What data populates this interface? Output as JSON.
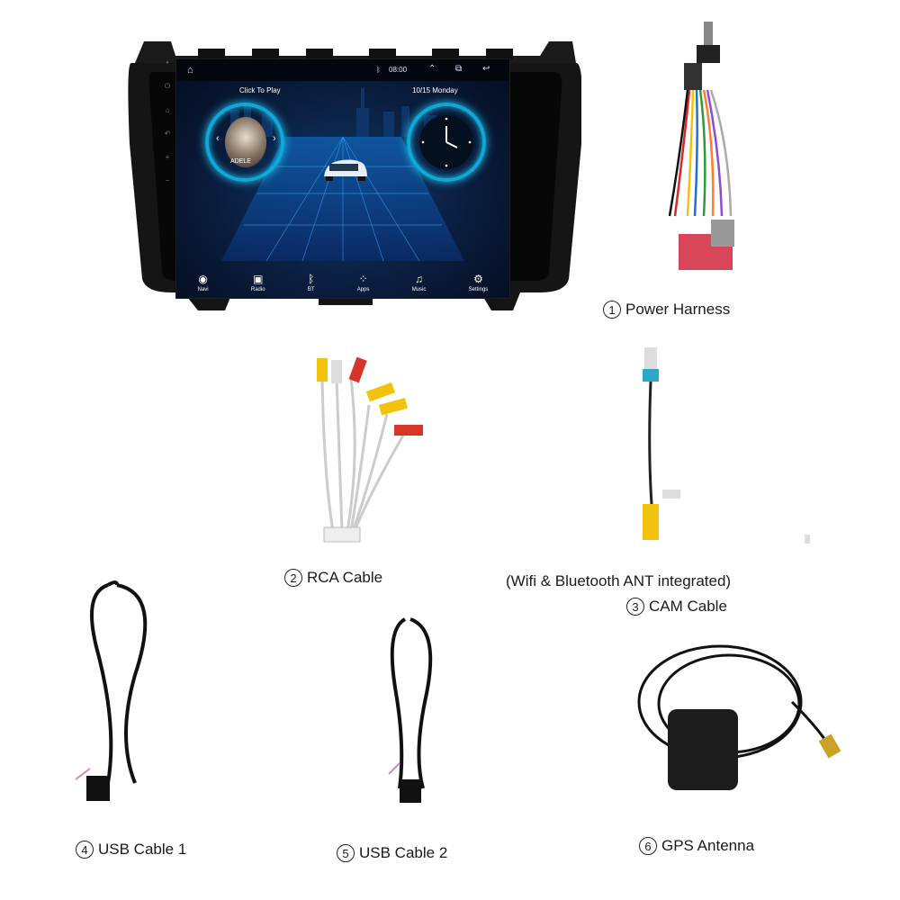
{
  "screen": {
    "time": "08:00",
    "click_to_play": "Click To Play",
    "date": "10/15 Monday",
    "album_text": "ADELE",
    "dock": [
      {
        "icon": "navi-icon",
        "glyph": "◉",
        "label": "Navi"
      },
      {
        "icon": "radio-icon",
        "glyph": "▣",
        "label": "Radio"
      },
      {
        "icon": "bluetooth-icon",
        "glyph": "ᛒ",
        "label": "BT"
      },
      {
        "icon": "apps-icon",
        "glyph": "⁘",
        "label": "Apps"
      },
      {
        "icon": "music-icon",
        "glyph": "♫",
        "label": "Music"
      },
      {
        "icon": "settings-icon",
        "glyph": "⚙",
        "label": "Settings"
      }
    ]
  },
  "captions": {
    "power_harness": {
      "num": "1",
      "text": "Power Harness"
    },
    "rca_cable": {
      "num": "2",
      "text": "RCA Cable"
    },
    "cam_note": "(Wifi & Bluetooth ANT integrated)",
    "cam_cable": {
      "num": "3",
      "text": "CAM Cable"
    },
    "usb_cable_1": {
      "num": "4",
      "text": "USB Cable 1"
    },
    "usb_cable_2": {
      "num": "5",
      "text": "USB Cable 2"
    },
    "gps_antenna": {
      "num": "6",
      "text": "GPS Antenna"
    }
  },
  "colors": {
    "screen_glow": "#1fc6f0",
    "harness_plug": "#d9465a",
    "rca_red": "#d7342a",
    "rca_yellow": "#f2c20c",
    "cable_black": "#111111"
  }
}
